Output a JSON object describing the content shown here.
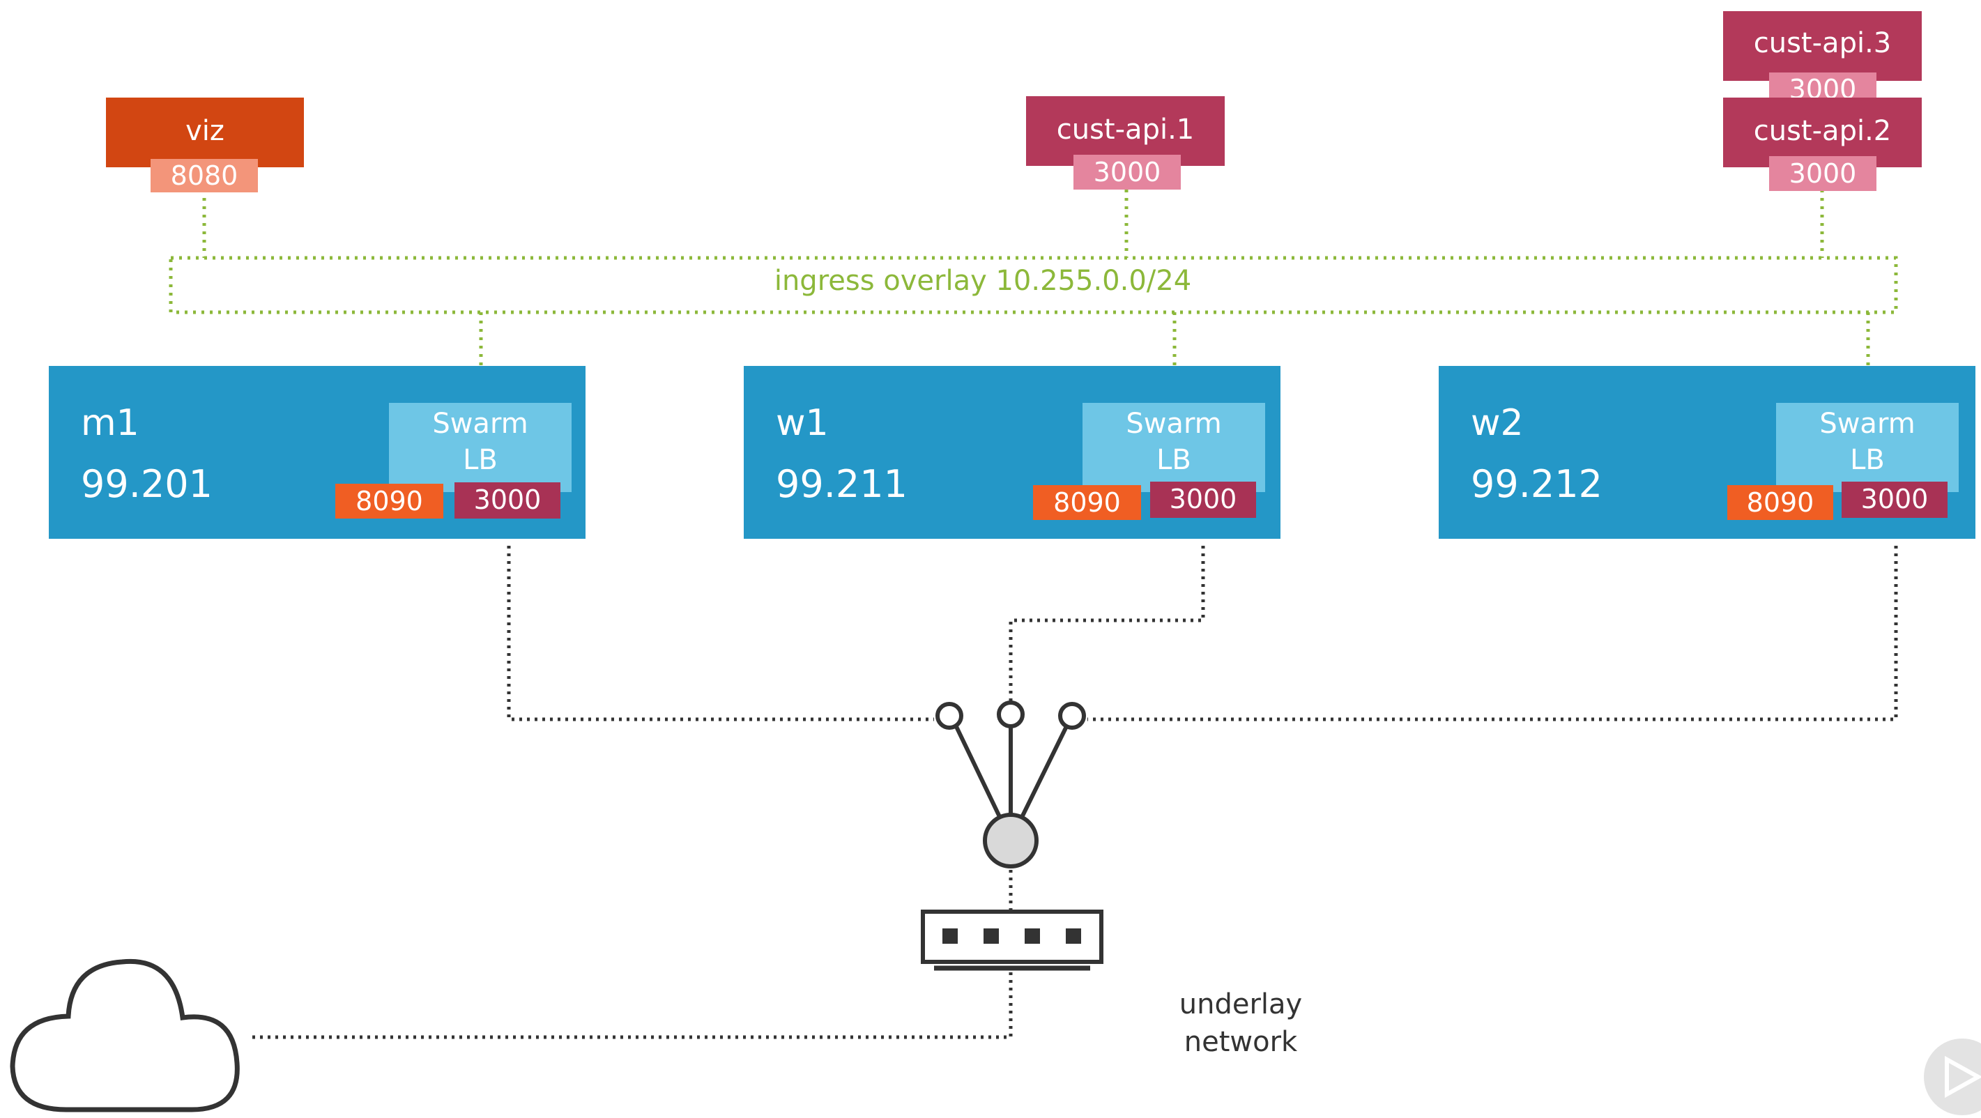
{
  "colors": {
    "viz": "#d24612",
    "viz_port": "#f3957a",
    "cust_api": "#b3395a",
    "cust_api_port": "#e4859e",
    "node": "#2497c7",
    "swarm_lb": "#6ec6e6",
    "port_8090": "#f05e23",
    "port_3000": "#a83255",
    "overlay_line": "#8cb83a",
    "underlay_line": "#333333"
  },
  "services": {
    "viz": {
      "name": "viz",
      "port": "8080"
    },
    "cust_api_1": {
      "name": "cust-api.1",
      "port": "3000"
    },
    "cust_api_2": {
      "name": "cust-api.2",
      "port": "3000"
    },
    "cust_api_3": {
      "name": "cust-api.3",
      "port": "3000"
    }
  },
  "overlay": {
    "label": "ingress overlay 10.255.0.0/24"
  },
  "nodes": [
    {
      "host": "m1",
      "ip": "99.201",
      "lb_line1": "Swarm",
      "lb_line2": "LB",
      "port_a": "8090",
      "port_b": "3000"
    },
    {
      "host": "w1",
      "ip": "99.211",
      "lb_line1": "Swarm",
      "lb_line2": "LB",
      "port_a": "8090",
      "port_b": "3000"
    },
    {
      "host": "w2",
      "ip": "99.212",
      "lb_line1": "Swarm",
      "lb_line2": "LB",
      "port_a": "8090",
      "port_b": "3000"
    }
  ],
  "underlay": {
    "line1": "underlay",
    "line2": "network"
  },
  "icons": [
    "router-icon",
    "switch-icon",
    "cloud-icon",
    "play-icon"
  ]
}
